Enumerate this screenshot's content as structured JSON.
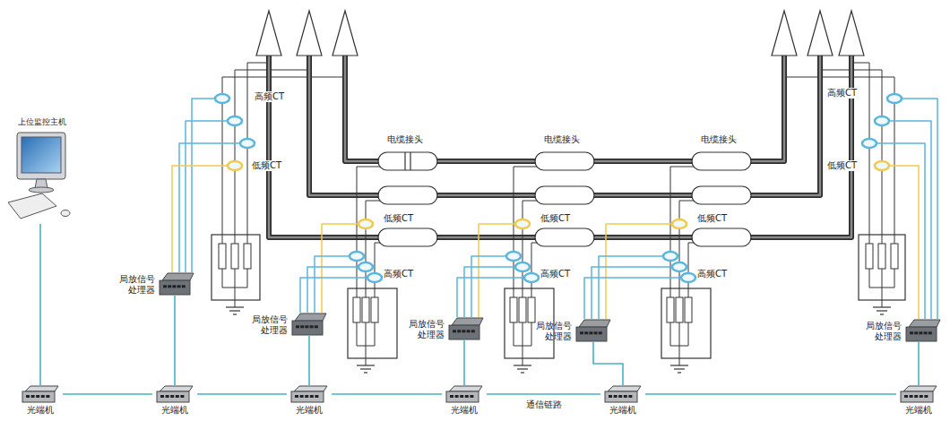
{
  "diagram": {
    "nodes": [
      {
        "text": [
          "上位监控主机"
        ]
      },
      {
        "text": [
          "局放信号处理器"
        ]
      },
      {
        "text": [
          "局放信号处理器"
        ]
      },
      {
        "text": [
          "局放信号处理器"
        ]
      },
      {
        "text": [
          "局放信号处理器"
        ]
      },
      {
        "text": [
          "局放信号处理器"
        ]
      },
      {
        "text": [
          "光端机"
        ]
      },
      {
        "text": [
          "光端机"
        ]
      },
      {
        "text": [
          "光端机"
        ]
      },
      {
        "text": [
          "光端机"
        ]
      },
      {
        "text": [
          "光端机"
        ]
      },
      {
        "text": [
          "光端机"
        ]
      }
    ],
    "edges": [
      {
        "from": 0,
        "to": 6,
        "arrow": "none"
      },
      {
        "from": 6,
        "to": 7,
        "arrow": "none"
      },
      {
        "from": 7,
        "to": 8,
        "arrow": "none"
      },
      {
        "from": 8,
        "to": 9,
        "arrow": "none"
      },
      {
        "from": 9,
        "to": 10,
        "label": "通信链路",
        "arrow": "none"
      },
      {
        "from": 10,
        "to": 11,
        "arrow": "none"
      },
      {
        "from": 1,
        "to": 7,
        "arrow": "none"
      },
      {
        "from": 2,
        "to": 8,
        "arrow": "none"
      },
      {
        "from": 3,
        "to": 9,
        "arrow": "none"
      },
      {
        "from": 4,
        "to": 10,
        "arrow": "none"
      },
      {
        "from": 5,
        "to": 11,
        "arrow": "none"
      }
    ],
    "labels": [
      "高频CT",
      "低频CT",
      "电缆接头",
      "电缆接头",
      "电缆接头",
      "低频CT",
      "高频CT",
      "低频CT",
      "高频CT",
      "低频CT",
      "高频CT",
      "高频CT",
      "低频CT"
    ]
  }
}
